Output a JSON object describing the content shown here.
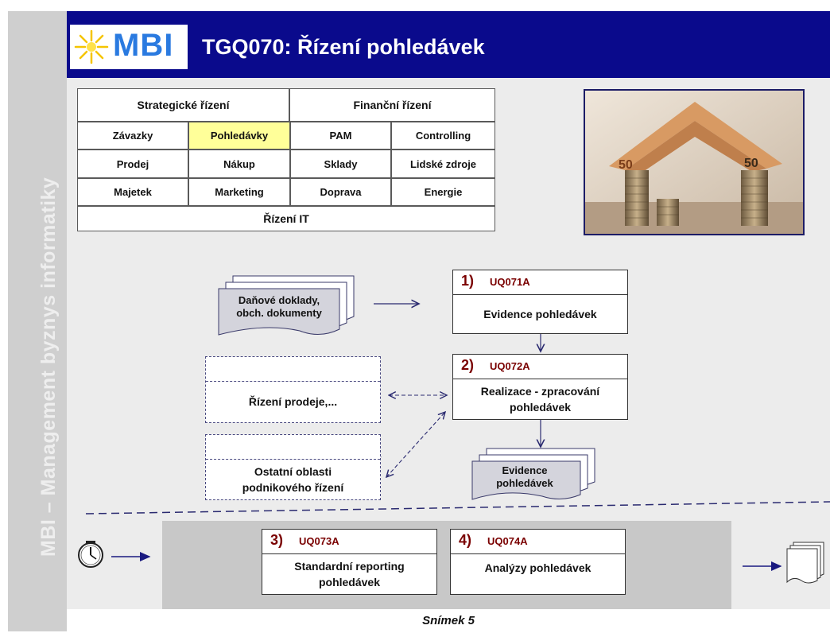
{
  "sidebar": {
    "text": "MBI – Management byznys informatiky"
  },
  "header": {
    "logo": "MBI",
    "title": "TGQ070: Řízení pohledávek"
  },
  "grid": {
    "row0": [
      "Strategické řízení",
      "Finanční řízení"
    ],
    "row1": [
      "Závazky",
      "Pohledávky",
      "PAM",
      "Controlling"
    ],
    "row2": [
      "Prodej",
      "Nákup",
      "Sklady",
      "Lidské zdroje"
    ],
    "row3": [
      "Majetek",
      "Marketing",
      "Doprava",
      "Energie"
    ],
    "row4": [
      "Řízení IT"
    ],
    "highlighted": "Pohledávky",
    "highlight_color": "#ffff99"
  },
  "flow": {
    "input_docs": [
      "Daňové doklady,",
      "obch. dokumenty"
    ],
    "box1": {
      "num": "1)",
      "code": "UQ071A",
      "text": "Evidence pohledávek"
    },
    "box2": {
      "num": "2)",
      "code": "UQ072A",
      "text_lines": [
        "Realizace -  zpracování",
        "pohledávek"
      ]
    },
    "box3": {
      "num": "3)",
      "code": "UQ073A",
      "text_lines": [
        "Standardní reporting",
        "pohledávek"
      ]
    },
    "box4": {
      "num": "4)",
      "code": "UQ074A",
      "text": "Analýzy pohledávek"
    },
    "dashed1": "Řízení prodeje,...",
    "dashed2": [
      "Ostatní oblasti",
      "podnikového řízení"
    ],
    "output_docs": [
      "Evidence",
      "pohledávek"
    ]
  },
  "footer": {
    "slide": "Snímek  5"
  },
  "colors": {
    "header": "#0a0a8c",
    "code": "#7a0000",
    "sidebar": "#cfcfcf"
  },
  "icons": [
    "sun-logo-icon",
    "clock-icon",
    "document-stack-icon",
    "money-house-photo"
  ]
}
